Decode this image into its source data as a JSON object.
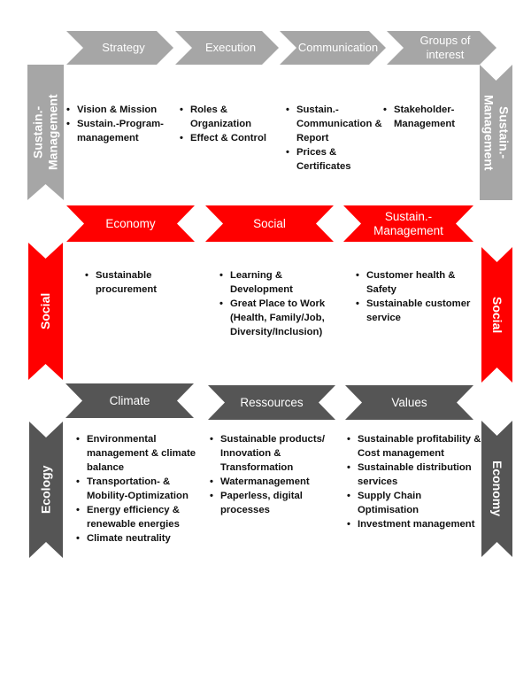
{
  "colors": {
    "light_grey": "#A6A6A6",
    "red": "#FF0000",
    "dark_grey": "#555555",
    "text": "#111111"
  },
  "section1": {
    "header_chevrons": [
      {
        "label": "Strategy"
      },
      {
        "label": "Execution"
      },
      {
        "label": "Communication"
      },
      {
        "label": "Groups of\ninterest"
      }
    ],
    "left_ribbon": "Sustain.-\nManagement",
    "right_ribbon": "Sustain.-\nManagement",
    "columns": [
      {
        "items": [
          "Vision & Mission",
          "Sustain.-Program-\nmanagement"
        ]
      },
      {
        "items": [
          "Roles &\nOrganization",
          "Effect & Control"
        ]
      },
      {
        "items": [
          "Sustain.-\nCommunication &\nReport",
          "Prices &\nCertificates"
        ]
      },
      {
        "items": [
          "Stakeholder-\nManagement"
        ]
      }
    ]
  },
  "section2": {
    "banners": [
      {
        "label": "Economy"
      },
      {
        "label": "Social"
      },
      {
        "label": "Sustain.-\nManagement"
      }
    ],
    "left_ribbon": "Social",
    "right_ribbon": "Social",
    "columns": [
      {
        "items": [
          "Sustainable\nprocurement"
        ]
      },
      {
        "items": [
          "Learning &\nDevelopment",
          "Great Place to Work\n(Health, Family/Job,\nDiversity/Inclusion)"
        ]
      },
      {
        "items": [
          "Customer health &\nSafety",
          "Sustainable customer\nservice"
        ]
      }
    ]
  },
  "section3": {
    "banners": [
      {
        "label": "Climate"
      },
      {
        "label": "Ressources"
      },
      {
        "label": "Values"
      }
    ],
    "left_ribbon": "Ecology",
    "right_ribbon": "Economy",
    "columns": [
      {
        "items": [
          "Environmental\nmanagement & climate\nbalance",
          "Transportation- &\nMobility-Optimization",
          "Energy efficiency &\nrenewable energies",
          "Climate neutrality"
        ]
      },
      {
        "items": [
          "Sustainable products/\nInnovation &\nTransformation",
          "Watermanagement",
          "Paperless, digital\nprocesses"
        ]
      },
      {
        "items": [
          "Sustainable profitability &\nCost management",
          "Sustainable distribution\nservices",
          "Supply Chain\nOptimisation",
          "Investment management"
        ]
      }
    ]
  }
}
